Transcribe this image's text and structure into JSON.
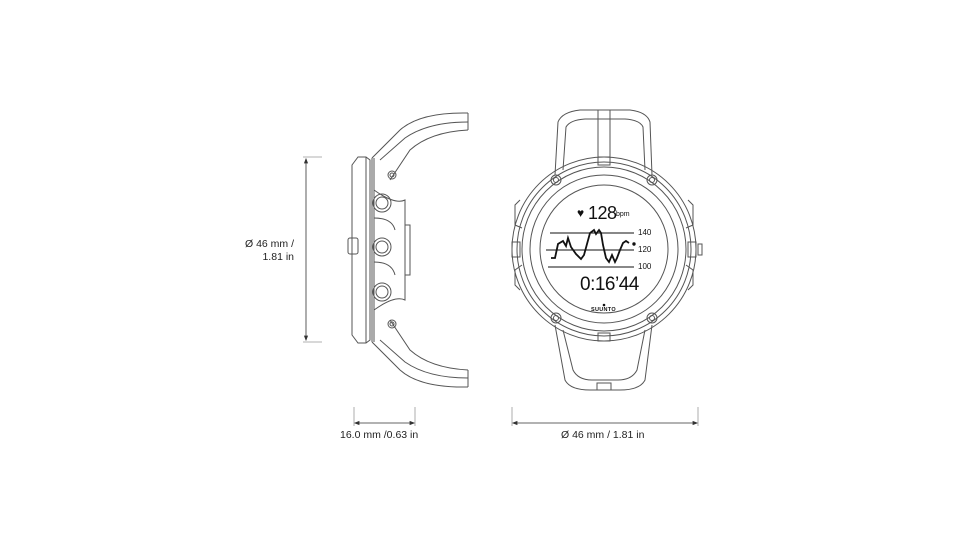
{
  "dimensions": {
    "height_label_line1": "Ø 46 mm /",
    "height_label_line2": "1.81 in",
    "depth_label": "16.0 mm /0.63 in",
    "width_label": "Ø 46 mm / 1.81 in"
  },
  "watch_display": {
    "heart_icon": "♥",
    "heart_rate": "128",
    "heart_rate_unit": "bpm",
    "graph_axis": [
      "140",
      "120",
      "100"
    ],
    "elapsed_time": "0:16’44",
    "brand": "SUUNTO"
  },
  "colors": {
    "line": "#555555",
    "dimension_line": "#333333",
    "text": "#222222"
  }
}
